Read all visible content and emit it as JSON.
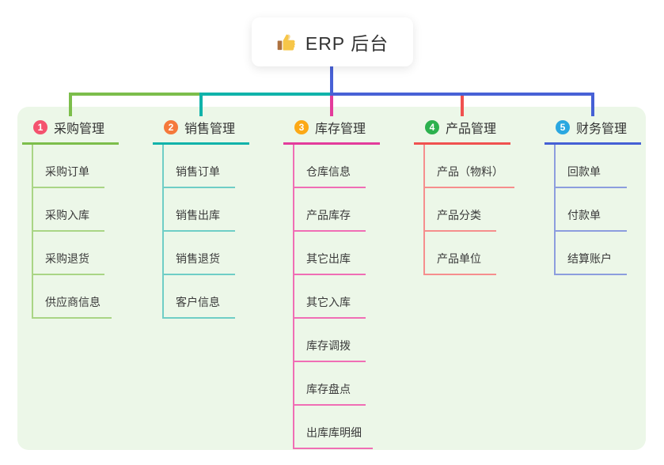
{
  "root": {
    "label": "ERP 后台",
    "icon": "thumbs-up"
  },
  "colors": {
    "panel_bg": "#ECF7E8",
    "root_line": "#4861D6",
    "text": "#333333"
  },
  "branches": [
    {
      "number": "1",
      "label": "采购管理",
      "badge_color": "#F4526E",
      "line_color": "#7CBE4B",
      "child_line_color": "#A9D585",
      "children": [
        "采购订单",
        "采购入库",
        "采购退货",
        "供应商信息"
      ]
    },
    {
      "number": "2",
      "label": "销售管理",
      "badge_color": "#F5793B",
      "line_color": "#10B3AA",
      "child_line_color": "#6FCEC6",
      "children": [
        "销售订单",
        "销售出库",
        "销售退货",
        "客户信息"
      ]
    },
    {
      "number": "3",
      "label": "库存管理",
      "badge_color": "#FCA916",
      "line_color": "#E33C9B",
      "child_line_color": "#F06EB5",
      "children": [
        "仓库信息",
        "产品库存",
        "其它出库",
        "其它入库",
        "库存调拨",
        "库存盘点",
        "出库库明细"
      ]
    },
    {
      "number": "4",
      "label": "产品管理",
      "badge_color": "#2CB14E",
      "line_color": "#F0514F",
      "child_line_color": "#F68E8D",
      "children": [
        "产品（物料）",
        "产品分类",
        "产品单位"
      ]
    },
    {
      "number": "5",
      "label": "财务管理",
      "badge_color": "#2AA7E0",
      "line_color": "#4560D5",
      "child_line_color": "#8C9DDE",
      "children": [
        "回款单",
        "付款单",
        "结算账户"
      ]
    }
  ]
}
